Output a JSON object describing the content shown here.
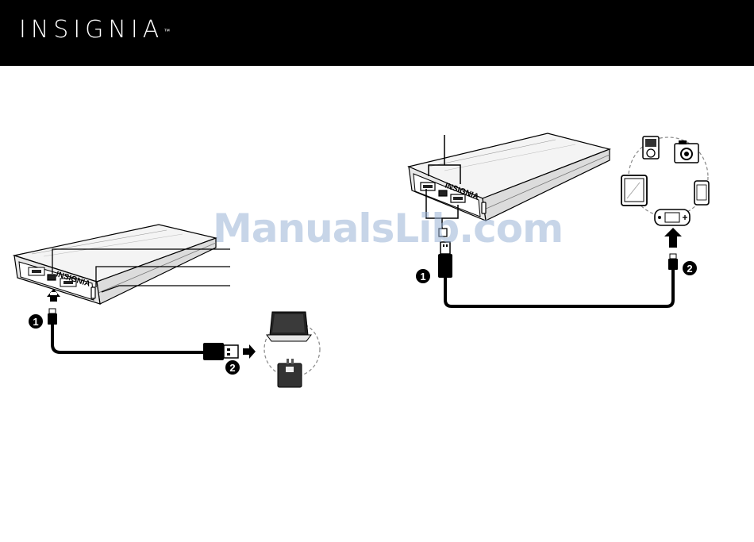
{
  "header": {
    "brand": "INSIGNIA",
    "trademark": "™"
  },
  "watermark": "ManualsLib.com",
  "diagram_left": {
    "device_logo": "INSIGNIA",
    "steps": [
      {
        "number": "1"
      },
      {
        "number": "2"
      }
    ],
    "targets": [
      "laptop-icon",
      "wall-charger-icon"
    ]
  },
  "diagram_right": {
    "device_logo": "INSIGNIA",
    "steps": [
      {
        "number": "1"
      },
      {
        "number": "2"
      }
    ],
    "devices": [
      "mp3-player-icon",
      "camera-icon",
      "tablet-icon",
      "smartphone-icon",
      "game-console-icon"
    ]
  },
  "colors": {
    "header_bg": "#000000",
    "brand_text": "#ffffff",
    "line": "#000000",
    "watermark": "#9ab3d6"
  }
}
